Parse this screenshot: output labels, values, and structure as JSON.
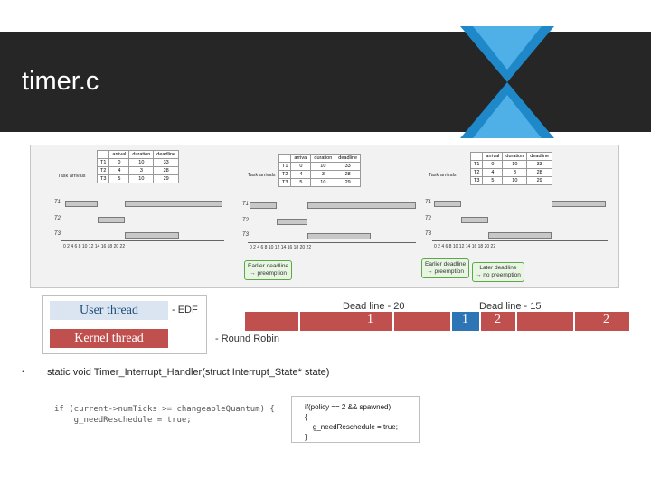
{
  "slide": {
    "title": "timer.c"
  },
  "figure": {
    "panels": [
      {
        "headers": [
          "",
          "arrival",
          "duration",
          "deadline"
        ],
        "rows": [
          [
            "T1",
            "0",
            "10",
            "33"
          ],
          [
            "T2",
            "4",
            "3",
            "28"
          ],
          [
            "T3",
            "5",
            "10",
            "29"
          ]
        ],
        "arrivals_label": "Task arrivals",
        "row_labels": [
          "T1",
          "T2",
          "T3"
        ],
        "ticks": "0  2  4  6  8  10  12  14  16  18  20  22",
        "callouts": []
      },
      {
        "headers": [
          "",
          "arrival",
          "duration",
          "deadline"
        ],
        "rows": [
          [
            "T1",
            "0",
            "10",
            "33"
          ],
          [
            "T2",
            "4",
            "3",
            "28"
          ],
          [
            "T3",
            "5",
            "10",
            "29"
          ]
        ],
        "arrivals_label": "Task arrivals",
        "row_labels": [
          "T1",
          "T2",
          "T3"
        ],
        "ticks": "0  2  4  6  8  10  12  14  16  18  20  22",
        "callouts": [
          "Earlier deadline\n→ preemption"
        ]
      },
      {
        "headers": [
          "",
          "arrival",
          "duration",
          "deadline"
        ],
        "rows": [
          [
            "T1",
            "0",
            "10",
            "33"
          ],
          [
            "T2",
            "4",
            "3",
            "28"
          ],
          [
            "T3",
            "5",
            "10",
            "29"
          ]
        ],
        "arrivals_label": "Task arrivals",
        "row_labels": [
          "T1",
          "T2",
          "T3"
        ],
        "ticks": "0  2  4  6  8  10  12  14  16  18  20  22",
        "callouts": [
          "Earlier deadline\n→ preemption",
          "Later deadline\n→ no preemption"
        ]
      }
    ]
  },
  "legend": {
    "user": "User thread",
    "kernel": "Kernel thread",
    "edf": "- EDF",
    "rr": "- Round Robin"
  },
  "timeline": {
    "deadline_20": "Dead line - 20",
    "deadline_15": "Dead line - 15",
    "seg_a": "1",
    "seg_b": "1",
    "seg_c": "2",
    "seg_d": "2"
  },
  "content": {
    "bullet": "•",
    "statement": "static void Timer_Interrupt_Handler(struct Interrupt_State* state)",
    "code_left": "if (current->numTicks >= changeableQuantum) {\n    g_needReschedule = true;",
    "code_right": "if(policy == 2 && spawned)\n{\n    g_needReschedule = true;\n}"
  },
  "colors": {
    "titlebar": "#262626",
    "kernel": "#c0504d",
    "user_fill": "#dbe5f1",
    "user_text": "#1f4e79",
    "timeline_blue": "#2e75b6",
    "logo": "#1e88c8"
  }
}
